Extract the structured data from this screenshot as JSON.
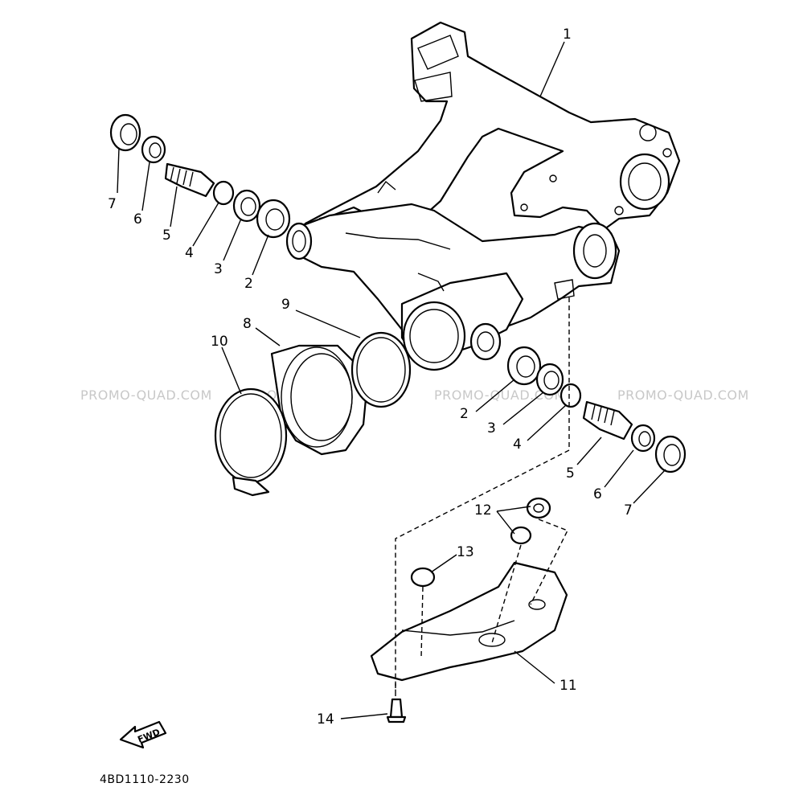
{
  "diagram": {
    "part_code": "4BD1110-2230",
    "fwd_label": "FWD",
    "watermark": "PROMO-QUAD.COM",
    "callouts": {
      "c1": "1",
      "c2l": "2",
      "c3l": "3",
      "c4l": "4",
      "c5l": "5",
      "c6l": "6",
      "c7l": "7",
      "c2r": "2",
      "c3r": "3",
      "c4r": "4",
      "c5r": "5",
      "c6r": "6",
      "c7r": "7",
      "c8": "8",
      "c9": "9",
      "c10": "10",
      "c11": "11",
      "c12": "12",
      "c13": "13",
      "c14": "14"
    }
  }
}
